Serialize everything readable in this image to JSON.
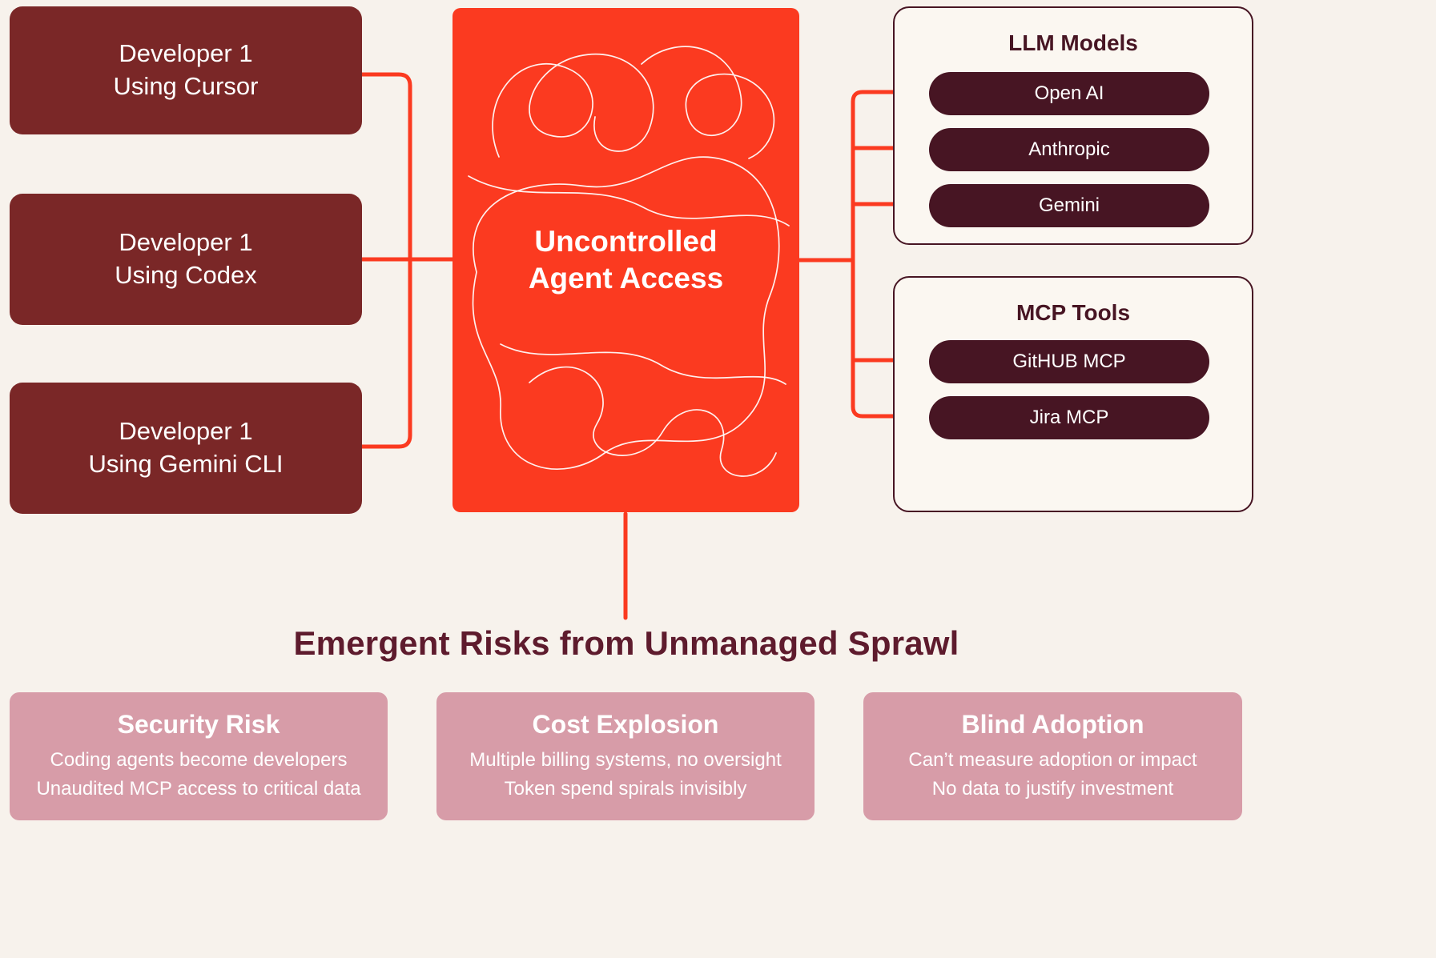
{
  "developers": [
    {
      "line1": "Developer 1",
      "line2": "Using Cursor"
    },
    {
      "line1": "Developer 1",
      "line2": "Using Codex"
    },
    {
      "line1": "Developer 1",
      "line2": "Using Gemini CLI"
    }
  ],
  "center": {
    "line1": "Uncontrolled",
    "line2": "Agent Access"
  },
  "llm_models": {
    "title": "LLM Models",
    "items": [
      "Open AI",
      "Anthropic",
      "Gemini"
    ]
  },
  "mcp_tools": {
    "title": "MCP Tools",
    "items": [
      "GitHUB MCP",
      "Jira MCP"
    ]
  },
  "risks_heading": "Emergent Risks from Unmanaged Sprawl",
  "risks": [
    {
      "title": "Security Risk",
      "line1": "Coding agents become developers",
      "line2": "Unaudited MCP access to critical data"
    },
    {
      "title": "Cost Explosion",
      "line1": "Multiple billing systems, no oversight",
      "line2": "Token spend spirals invisibly"
    },
    {
      "title": "Blind Adoption",
      "line1": "Can’t measure adoption or impact",
      "line2": "No data to justify investment"
    }
  ],
  "colors": {
    "background": "#f7f2ec",
    "dev_box": "#7a2727",
    "center_box": "#fb3a20",
    "pill": "#471523",
    "container_border": "#471523",
    "heading_text": "#5e1b2d",
    "risk_box": "#d79ca8",
    "connector": "#fb3a20"
  }
}
